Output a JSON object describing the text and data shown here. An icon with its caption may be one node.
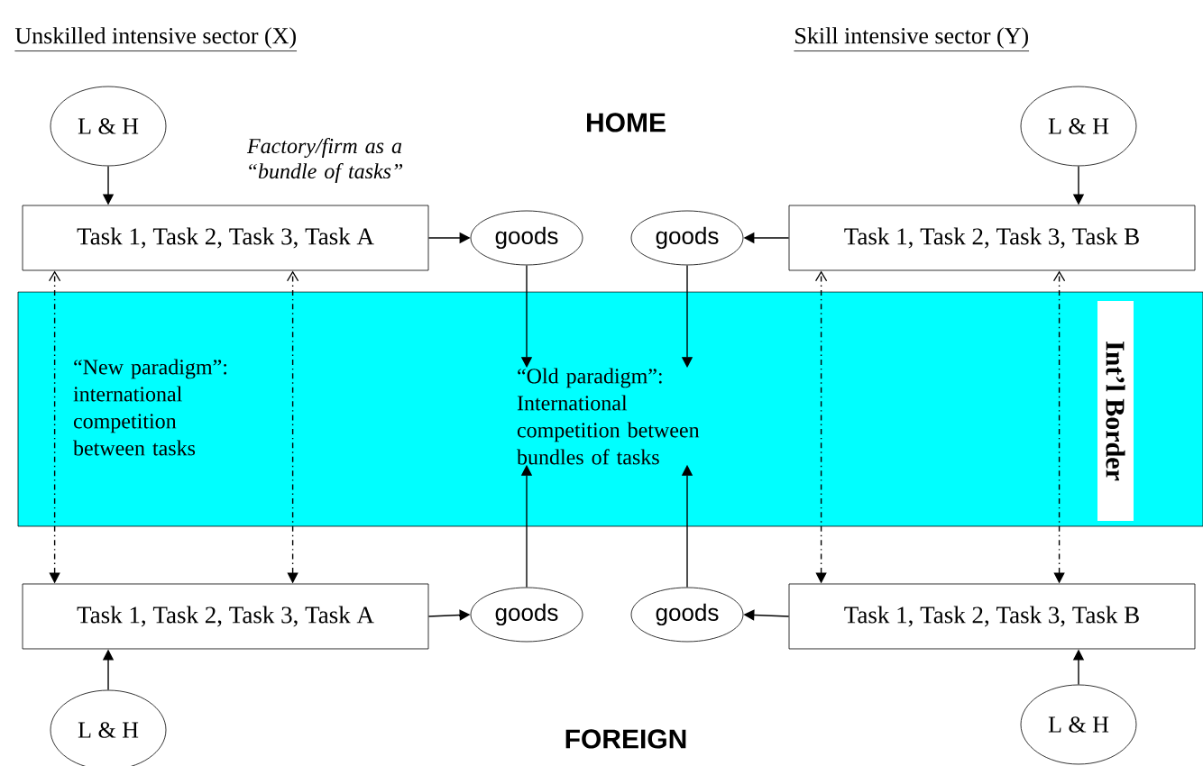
{
  "diagram": {
    "nodes": [
      {
        "text": [
          "L & H"
        ]
      },
      {
        "text": [
          "L & H"
        ]
      },
      {
        "text": [
          "Task 1, Task 2, Task 3, Task A"
        ]
      },
      {
        "text": [
          "goods"
        ]
      },
      {
        "text": [
          "goods"
        ]
      },
      {
        "text": [
          "Task 1, Task 2, Task 3, Task B"
        ]
      },
      {
        "text": [],
        "shape": "box"
      },
      {
        "text": [
          "“New paradigm”: international competition between tasks"
        ],
        "in": 6
      },
      {
        "text": [
          "“Old paradigm”: International competition between bundles of tasks"
        ],
        "in": 6
      },
      {
        "text": [
          "Int’l Border"
        ],
        "in": 6
      },
      {
        "text": [
          "Task 1, Task 2, Task 3, Task A"
        ]
      },
      {
        "text": [
          "goods"
        ]
      },
      {
        "text": [
          "goods"
        ]
      },
      {
        "text": [
          "Task 1, Task 2, Task 3, Task B"
        ]
      },
      {
        "text": [
          "L & H"
        ]
      },
      {
        "text": [
          "L & H"
        ]
      }
    ],
    "edges": [
      {
        "from": 0,
        "to": 2,
        "arrow": "to"
      },
      {
        "from": 1,
        "to": 5,
        "arrow": "to"
      },
      {
        "from": 2,
        "to": 3,
        "arrow": "to"
      },
      {
        "from": 5,
        "to": 4,
        "arrow": "to"
      },
      {
        "from": 3,
        "to": 8,
        "arrow": "to"
      },
      {
        "from": 4,
        "to": 8,
        "arrow": "to"
      },
      {
        "from": 11,
        "to": 8,
        "arrow": "to"
      },
      {
        "from": 12,
        "to": 8,
        "arrow": "to"
      },
      {
        "from": 2,
        "to": 10,
        "arrow": "both",
        "style": "dashed"
      },
      {
        "from": 2,
        "to": 10,
        "arrow": "both",
        "style": "dashed"
      },
      {
        "from": 5,
        "to": 13,
        "arrow": "both",
        "style": "dashed"
      },
      {
        "from": 5,
        "to": 13,
        "arrow": "both",
        "style": "dashed"
      },
      {
        "from": 10,
        "to": 11,
        "arrow": "to"
      },
      {
        "from": 13,
        "to": 12,
        "arrow": "to"
      },
      {
        "from": 14,
        "to": 10,
        "arrow": "to"
      },
      {
        "from": 15,
        "to": 13,
        "arrow": "to"
      }
    ],
    "labels": [
      "Unskilled intensive sector (X)",
      "Skill intensive sector (Y)",
      "HOME",
      "Factory/firm as a “bundle of tasks”",
      "FOREIGN"
    ]
  }
}
